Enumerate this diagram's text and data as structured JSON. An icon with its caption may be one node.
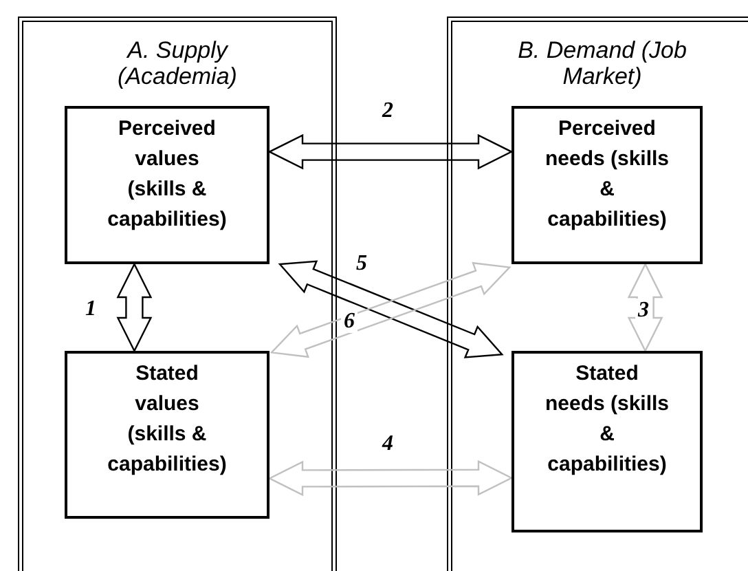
{
  "diagram": {
    "nodes": [
      {
        "text": [
          "A. Supply (Academia)"
        ]
      },
      {
        "text": [
          "Perceived values (skills & capabilities)"
        ],
        "in": 0
      },
      {
        "text": [
          "Stated values (skills & capabilities)"
        ],
        "in": 0
      },
      {
        "text": [
          "B. Demand (Job Market)"
        ]
      },
      {
        "text": [
          "Perceived needs (skills & capabilities)"
        ],
        "in": 3
      },
      {
        "text": [
          "Stated needs (skills & capabilities)"
        ],
        "in": 3
      }
    ],
    "edges": [
      {
        "from": 1,
        "to": 2,
        "arrow": "both",
        "label": "1"
      },
      {
        "from": 1,
        "to": 4,
        "arrow": "both",
        "label": "2"
      },
      {
        "from": 4,
        "to": 5,
        "arrow": "both",
        "label": "3",
        "color": "#c0c0c0"
      },
      {
        "from": 2,
        "to": 5,
        "arrow": "both",
        "label": "4",
        "color": "#c0c0c0"
      },
      {
        "from": 1,
        "to": 5,
        "arrow": "both",
        "label": "5"
      },
      {
        "from": 2,
        "to": 4,
        "arrow": "both",
        "label": "6",
        "color": "#c0c0c0"
      }
    ]
  }
}
